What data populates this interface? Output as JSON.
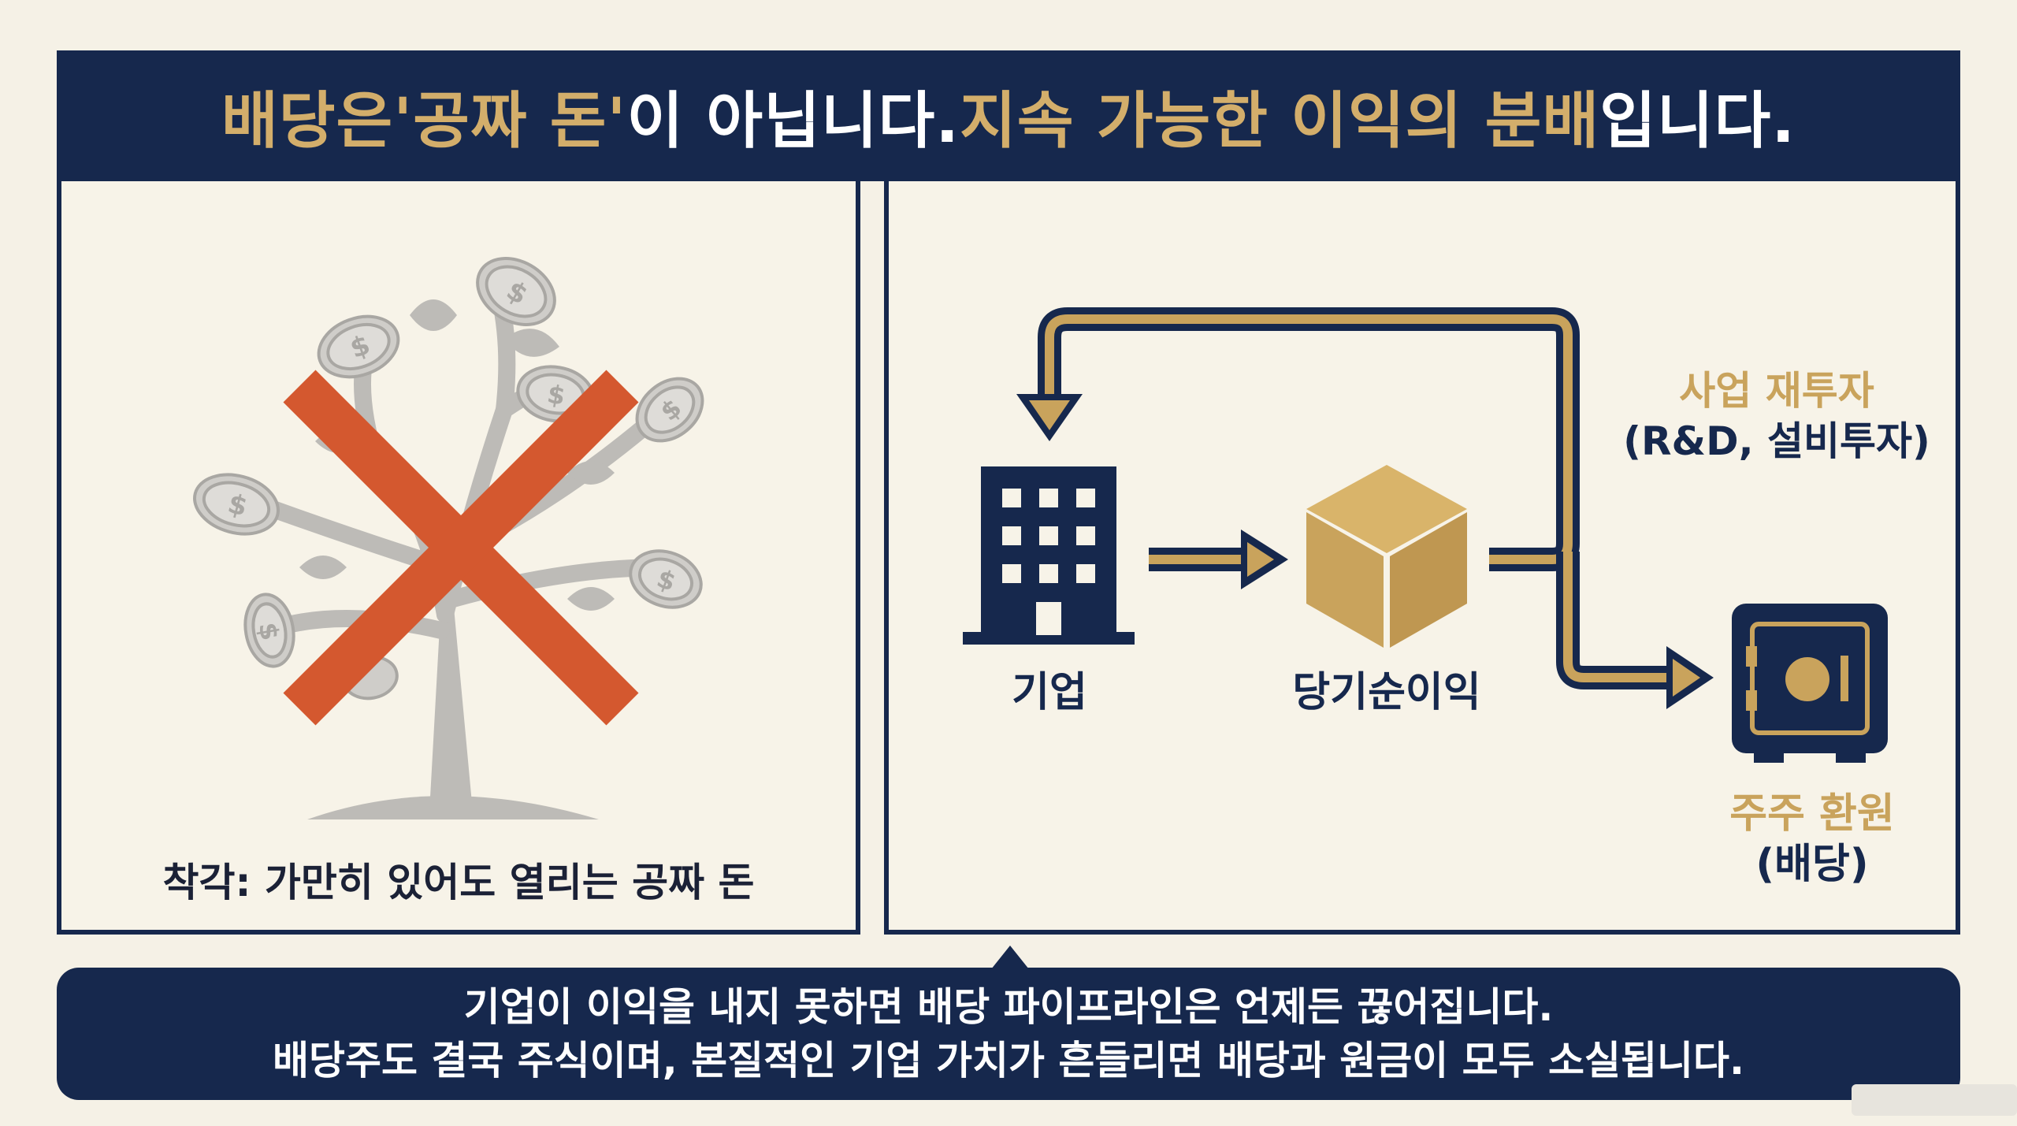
{
  "title": {
    "part1": "배당은 ",
    "part2": "'공짜 돈'",
    "part3": "이 아닙니다. ",
    "part4": "지속 가능한 이익의 분배",
    "part5": "입니다."
  },
  "left_panel": {
    "caption": "착각: 가만히 있어도 열리는 공짜 돈",
    "icon": "money-tree-crossed-out"
  },
  "right_panel": {
    "company_label": "기업",
    "profit_label": "당기순이익",
    "reinvest_line1": "사업 재투자",
    "reinvest_line2": "(R&D, 설비투자)",
    "shareholder_line1": "주주 환원",
    "shareholder_line2": "(배당)",
    "icons": [
      "building-icon",
      "box-icon",
      "safe-icon"
    ]
  },
  "bottom": {
    "line1": "기업이 이익을 내지 못하면 배당 파이프라인은 언제든 끊어집니다.",
    "line2": "배당주도 결국 주식이며, 본질적인 기업 가치가 흔들리면 배당과 원금이 모두 소실됩니다."
  },
  "colors": {
    "navy": "#16284d",
    "gold": "#d3ae6b",
    "cross": "#d4582f",
    "tree": "#bdbbb7"
  }
}
